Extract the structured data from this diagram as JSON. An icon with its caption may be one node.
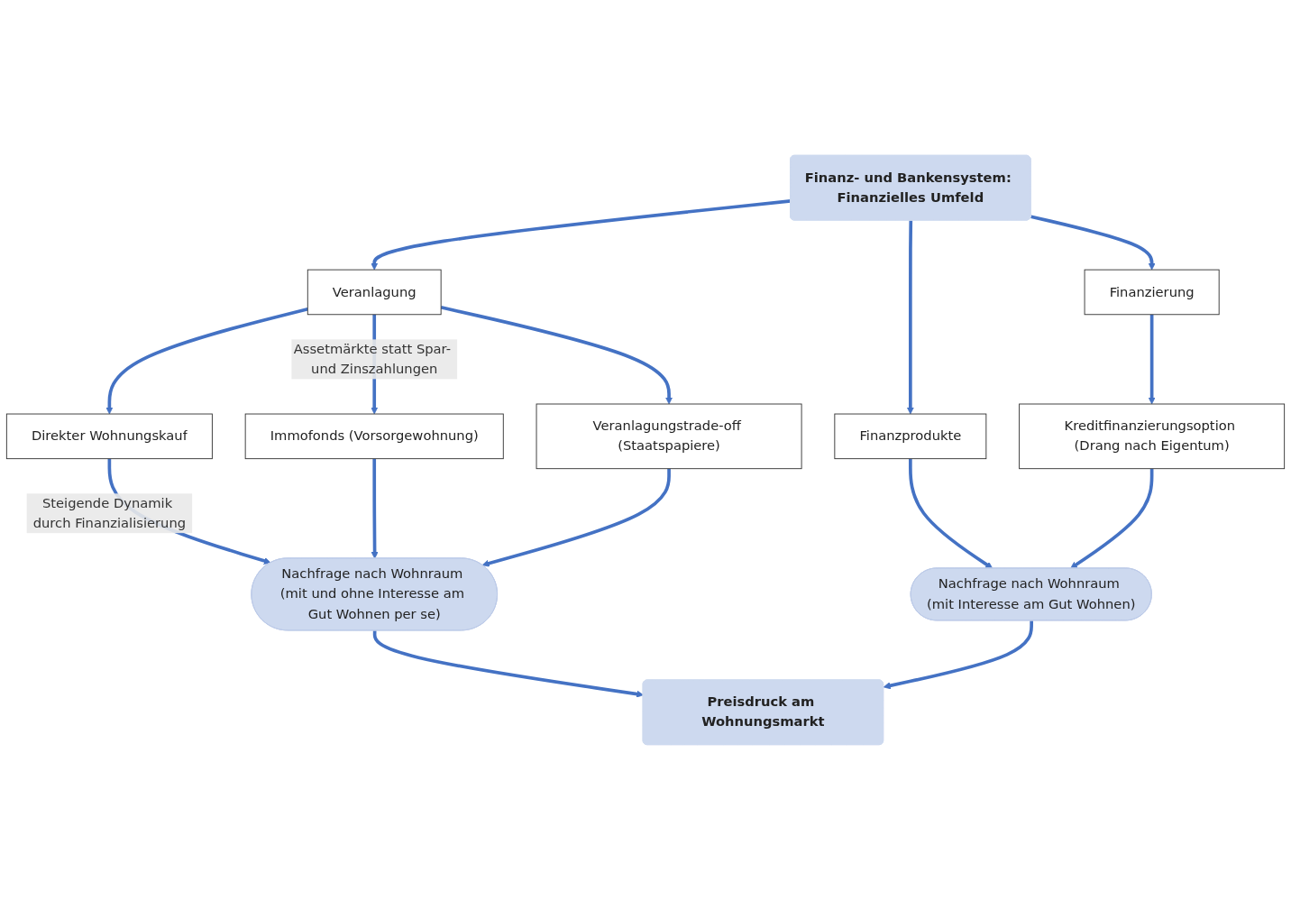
{
  "diagram": {
    "nodes": [
      {
        "text": [
          "Finanz- und Bankensystem: Finanzielles Umfeld"
        ]
      },
      {
        "text": [
          "Veranlagung"
        ]
      },
      {
        "text": [
          "Finanzprodukte"
        ]
      },
      {
        "text": [
          "Finanzierung"
        ]
      },
      {
        "text": [
          "Direkter Wohnungskauf"
        ]
      },
      {
        "text": [
          "Immofonds (Vorsorgewohnung)"
        ]
      },
      {
        "text": [
          "Veranlagungstrade-off (Staatspapiere)"
        ]
      },
      {
        "text": [
          "Kreditfinanzierungsoption (Drang nach Eigentum)"
        ]
      },
      {
        "text": [
          "Nachfrage nach Wohnraum (mit und ohne Interesse am Gut Wohnen per se)"
        ]
      },
      {
        "text": [
          "Nachfrage nach Wohnraum (mit Interesse am Gut Wohnen)"
        ]
      },
      {
        "text": [
          "Preisdruck am Wohnungsmarkt"
        ]
      }
    ],
    "edges": [
      {
        "from": 0,
        "to": 1,
        "arrow": "to"
      },
      {
        "from": 0,
        "to": 2,
        "arrow": "to"
      },
      {
        "from": 0,
        "to": 3,
        "arrow": "to"
      },
      {
        "from": 1,
        "to": 4,
        "arrow": "to"
      },
      {
        "from": 1,
        "to": 5,
        "arrow": "to",
        "label": "Assetmärkte statt Spar- und Zinszahlungen"
      },
      {
        "from": 1,
        "to": 6,
        "arrow": "to"
      },
      {
        "from": 3,
        "to": 7,
        "arrow": "to"
      },
      {
        "from": 4,
        "to": 8,
        "arrow": "to",
        "label": "Steigende Dynamik durch Finanzialisierung"
      },
      {
        "from": 5,
        "to": 8,
        "arrow": "to"
      },
      {
        "from": 6,
        "to": 8,
        "arrow": "to"
      },
      {
        "from": 2,
        "to": 9,
        "arrow": "to"
      },
      {
        "from": 7,
        "to": 9,
        "arrow": "to"
      },
      {
        "from": 8,
        "to": 10,
        "arrow": "to"
      },
      {
        "from": 9,
        "to": 10,
        "arrow": "to"
      }
    ]
  }
}
